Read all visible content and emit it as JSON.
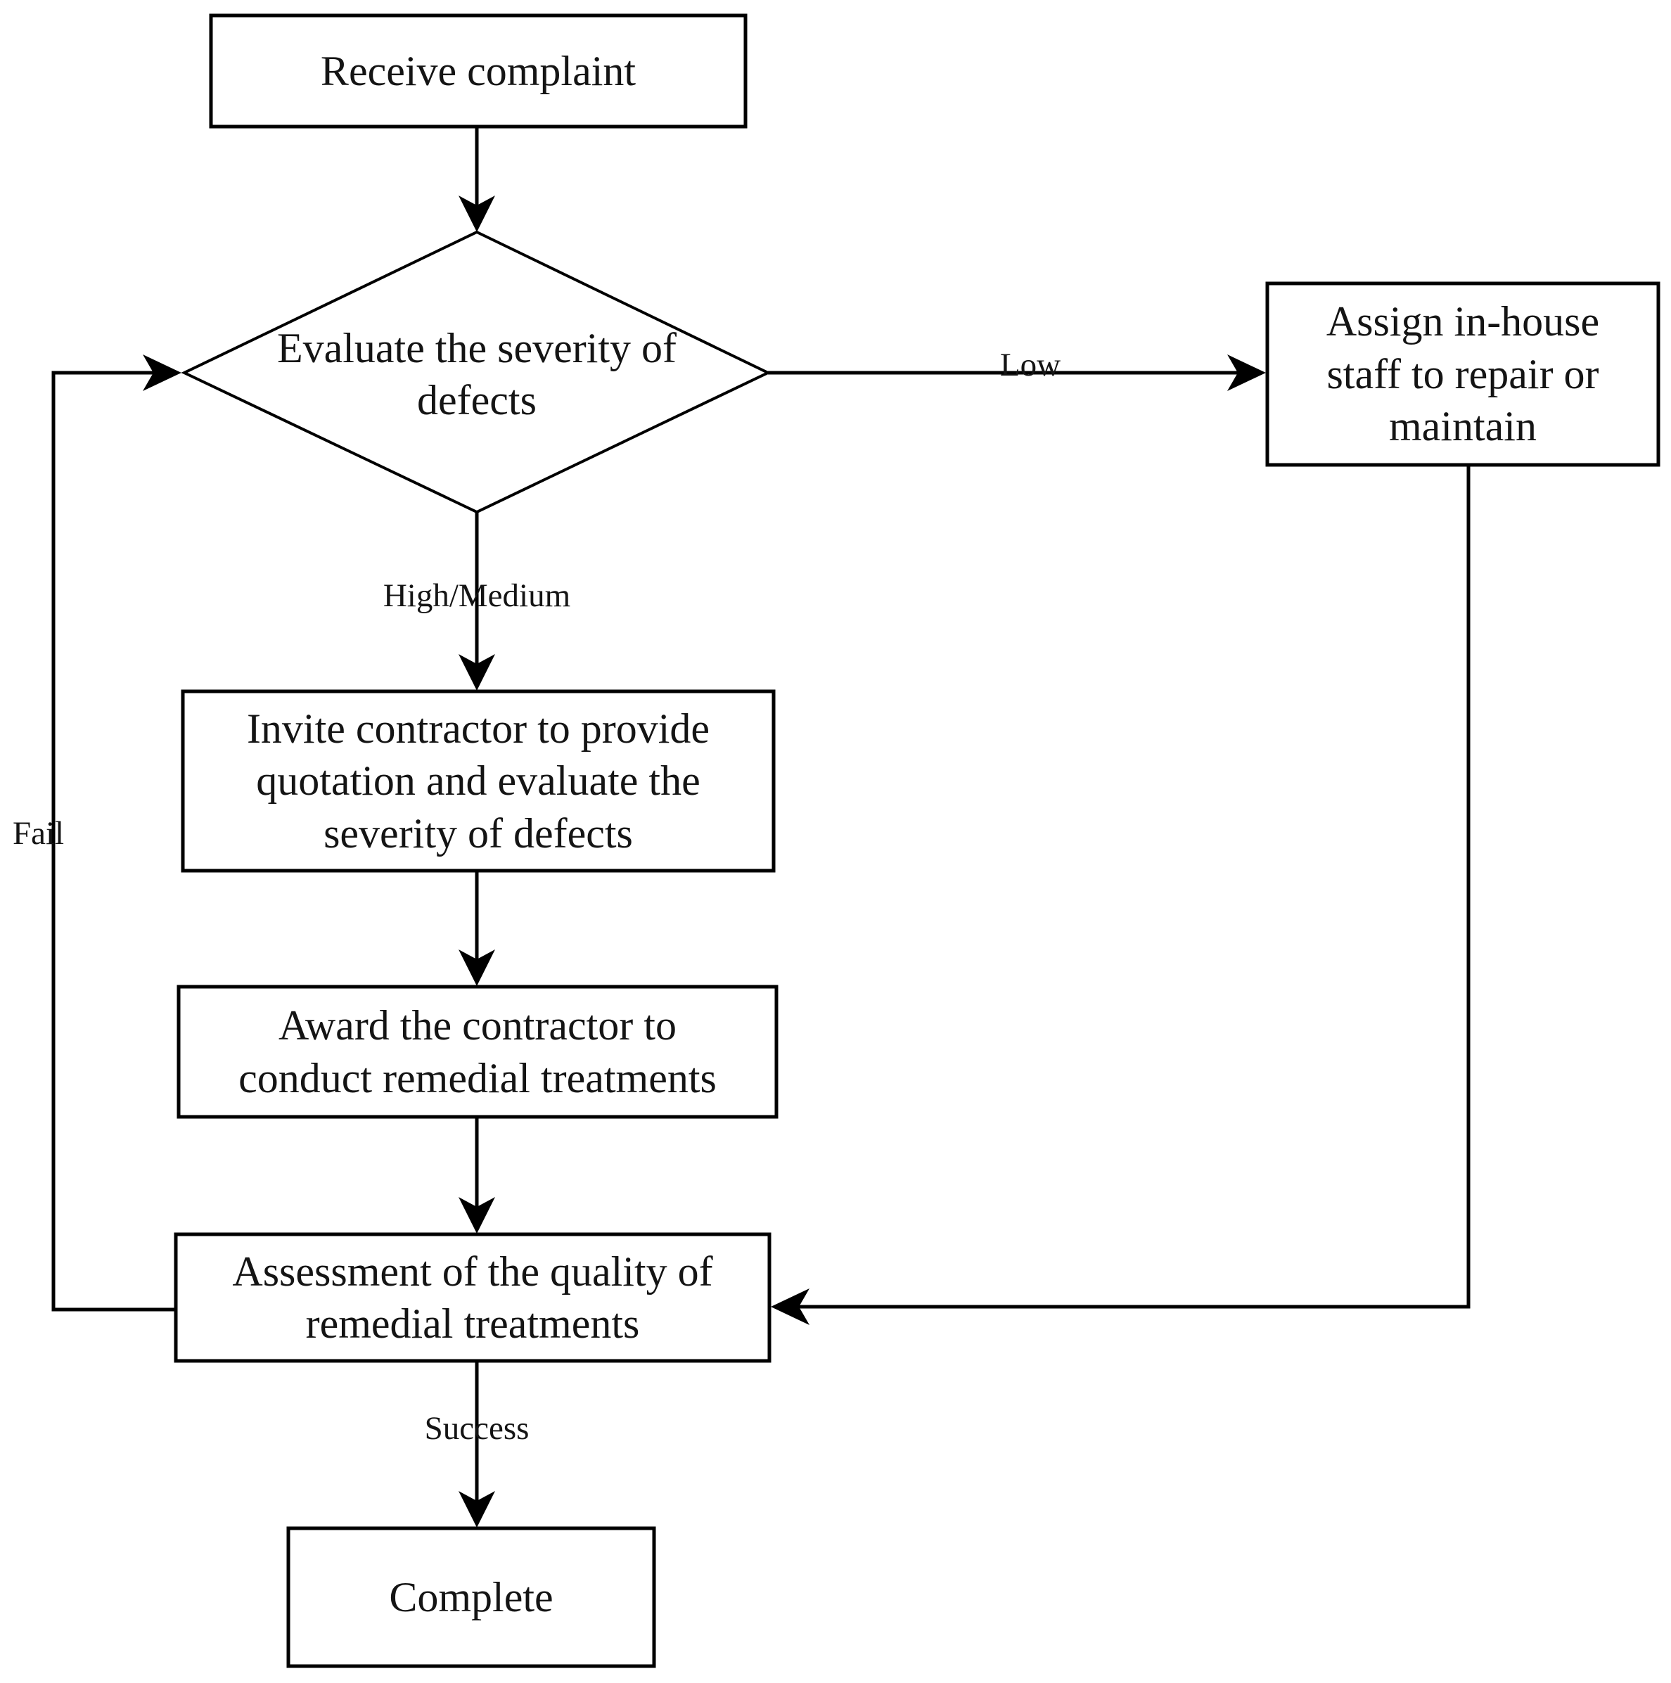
{
  "diagram": {
    "type": "flowchart",
    "title": "Defect complaint handling and remedial treatment process",
    "background_color": "#ffffff",
    "line_color": "#000000",
    "text_color": "#141414",
    "nodes": [
      {
        "id": "receive-complaint",
        "shape": "rectangle",
        "label": "Receive complaint"
      },
      {
        "id": "evaluate-severity",
        "shape": "diamond",
        "label": "Evaluate the severity of\ndefects"
      },
      {
        "id": "assign-in-house",
        "shape": "rectangle",
        "label": "Assign in-house\nstaff to repair or\nmaintain"
      },
      {
        "id": "invite-contractor",
        "shape": "rectangle",
        "label": "Invite contractor to provide\nquotation and evaluate the\nseverity of defects"
      },
      {
        "id": "award-contractor",
        "shape": "rectangle",
        "label": "Award the contractor to\nconduct remedial treatments"
      },
      {
        "id": "assessment-quality",
        "shape": "rectangle",
        "label": "Assessment of the quality of\nremedial treatments"
      },
      {
        "id": "complete",
        "shape": "rectangle",
        "label": "Complete"
      }
    ],
    "edges": [
      {
        "id": "edge-receive-to-evaluate",
        "from": "receive-complaint",
        "to": "evaluate-severity",
        "label": ""
      },
      {
        "id": "edge-evaluate-low",
        "from": "evaluate-severity",
        "to": "assign-in-house",
        "label": "Low"
      },
      {
        "id": "edge-evaluate-high-medium",
        "from": "evaluate-severity",
        "to": "invite-contractor",
        "label": "High/Medium"
      },
      {
        "id": "edge-invite-to-award",
        "from": "invite-contractor",
        "to": "award-contractor",
        "label": ""
      },
      {
        "id": "edge-award-to-assessment",
        "from": "award-contractor",
        "to": "assessment-quality",
        "label": ""
      },
      {
        "id": "edge-assign-to-assessment",
        "from": "assign-in-house",
        "to": "assessment-quality",
        "label": ""
      },
      {
        "id": "edge-assessment-fail",
        "from": "assessment-quality",
        "to": "evaluate-severity",
        "label": "Fail"
      },
      {
        "id": "edge-assessment-success",
        "from": "assessment-quality",
        "to": "complete",
        "label": "Success"
      }
    ]
  }
}
